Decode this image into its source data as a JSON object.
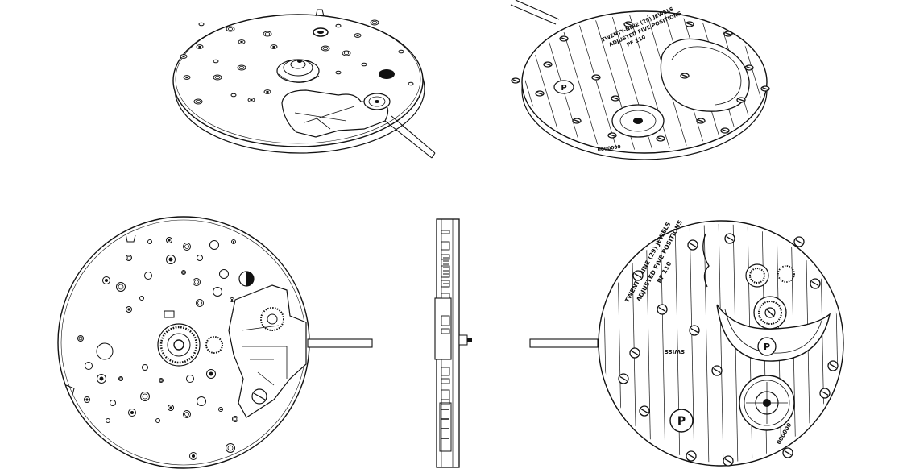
{
  "figure": {
    "views": [
      {
        "id": "dial-side-perspective"
      },
      {
        "id": "bridge-side-perspective"
      },
      {
        "id": "dial-side-plan"
      },
      {
        "id": "profile"
      },
      {
        "id": "bridge-side-plan"
      }
    ]
  },
  "engravings": {
    "perspective": {
      "line1": "TWENTY-NINE (29) JEWELS",
      "line2": "ADJUSTED FIVE POSITIONS",
      "line3": "PF 110",
      "serial": "0000000"
    },
    "plan": {
      "line1": "TWENTY-NINE (29) JEWELS",
      "line2": "ADJUSTED FIVE POSITIONS",
      "line3": "PF 110",
      "swiss": "SWISS",
      "serial": "000000"
    },
    "logo_letter": "P"
  },
  "colors": {
    "ink": "#111111",
    "paper": "#ffffff"
  }
}
